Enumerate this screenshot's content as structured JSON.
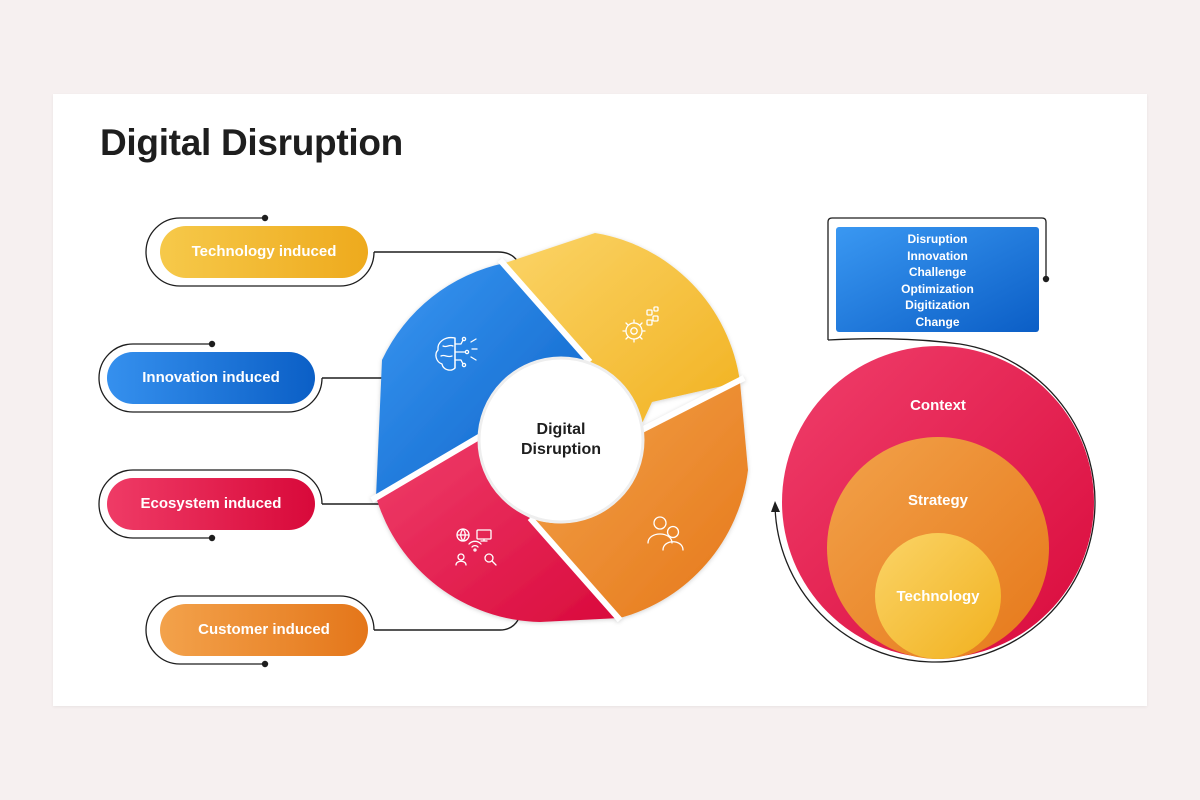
{
  "title": "Digital Disruption",
  "center_label_line1": "Digital",
  "center_label_line2": "Disruption",
  "drivers": [
    {
      "label": "Technology induced",
      "color": "#f0b62a",
      "icon": "gear-cluster-icon"
    },
    {
      "label": "Innovation induced",
      "color": "#1a74d6",
      "icon": "brain-circuit-icon"
    },
    {
      "label": "Ecosystem induced",
      "color": "#e2194a",
      "icon": "network-devices-icon"
    },
    {
      "label": "Customer induced",
      "color": "#ef8a22",
      "icon": "users-icon"
    }
  ],
  "keywords": [
    "Disruption",
    "Innovation",
    "Challenge",
    "Optimization",
    "Digitization",
    "Change"
  ],
  "nested_circles": [
    {
      "label": "Context",
      "color": "#e2194a"
    },
    {
      "label": "Strategy",
      "color": "#ef8a22"
    },
    {
      "label": "Technology",
      "color": "#f3c22e"
    }
  ]
}
